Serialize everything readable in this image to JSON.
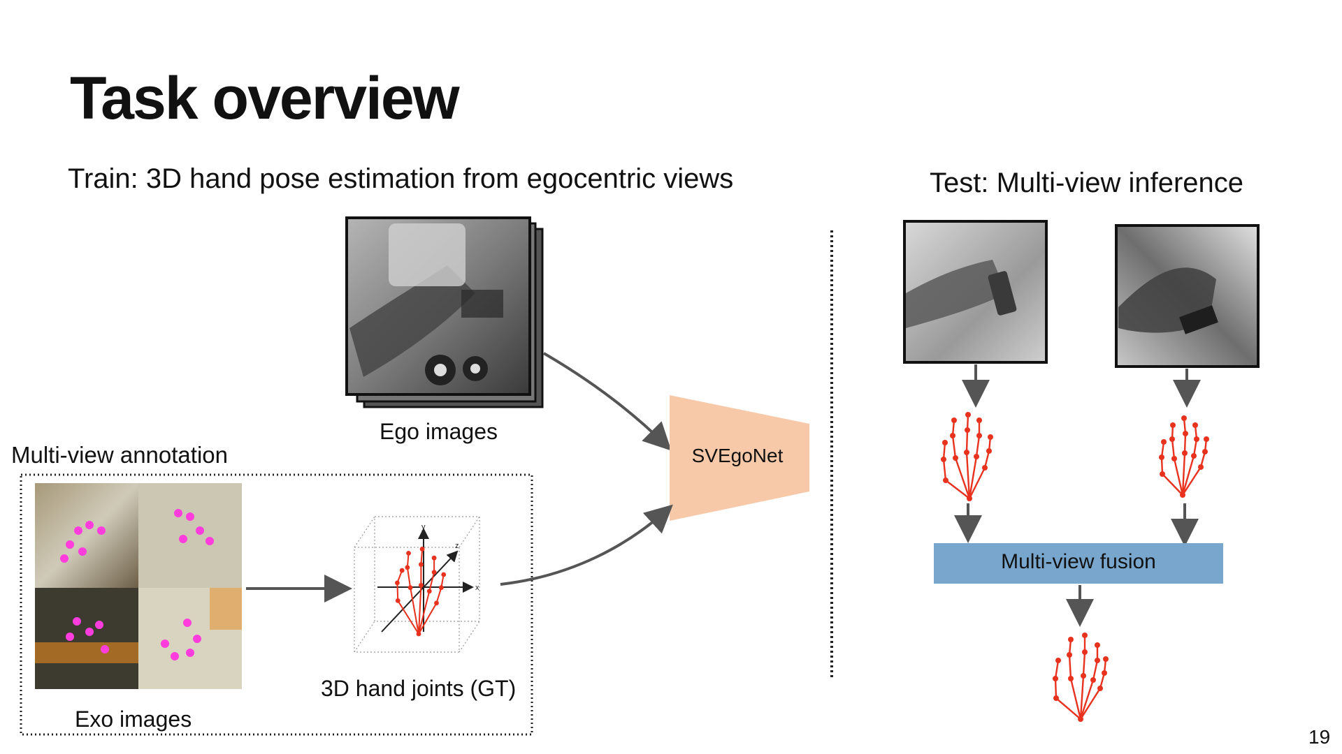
{
  "title": "Task overview",
  "train": {
    "heading": "Train: 3D hand pose estimation from egocentric views",
    "ego_images_label": "Ego images",
    "multiview_annotation_label": "Multi-view annotation",
    "exo_images_label": "Exo images",
    "joints_label": "3D hand joints (GT)",
    "model_label": "SVEgoNet",
    "axis_labels": {
      "x": "x",
      "y": "y",
      "z": "z"
    }
  },
  "test": {
    "heading": "Test: Multi-view inference",
    "fusion_label": "Multi-view fusion"
  },
  "colors": {
    "skeleton": "#e8321e",
    "exo_keypoints": "#ff3cdc",
    "svegonet_fill": "#f7c9a8",
    "fusion_fill": "#78a6cc",
    "arrow": "#555555"
  },
  "page_number": "19"
}
